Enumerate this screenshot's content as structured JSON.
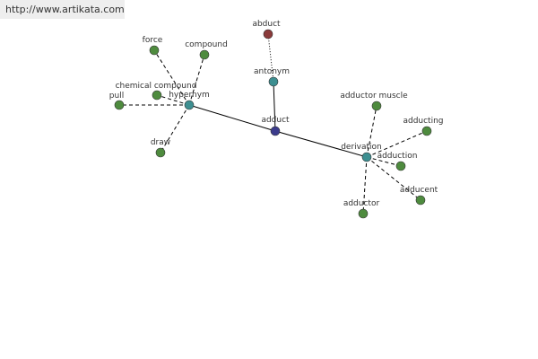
{
  "site": {
    "url_text": "http://www.artikata.com"
  },
  "colors": {
    "center": "#3b3b8c",
    "relation": "#3d8f91",
    "leaf": "#4e8b3e",
    "antonym_leaf": "#8b3a3a",
    "edge": "#000000"
  },
  "graph": {
    "center": {
      "id": "adduct",
      "label": "adduct"
    },
    "relations": [
      {
        "id": "hypernym",
        "label": "hypernym",
        "leaves": [
          {
            "id": "force",
            "label": "force"
          },
          {
            "id": "compound",
            "label": "compound"
          },
          {
            "id": "chemical-compound",
            "label": "chemical compound"
          },
          {
            "id": "pull",
            "label": "pull"
          },
          {
            "id": "draw",
            "label": "draw"
          }
        ]
      },
      {
        "id": "antonym",
        "label": "antonym",
        "leaves": [
          {
            "id": "abduct",
            "label": "abduct"
          }
        ]
      },
      {
        "id": "derivation",
        "label": "derivation",
        "leaves": [
          {
            "id": "adductor-muscle",
            "label": "adductor muscle"
          },
          {
            "id": "adducting",
            "label": "adducting"
          },
          {
            "id": "adduction",
            "label": "adduction"
          },
          {
            "id": "adducent",
            "label": "adducent"
          },
          {
            "id": "adductor",
            "label": "adductor"
          }
        ]
      }
    ]
  }
}
